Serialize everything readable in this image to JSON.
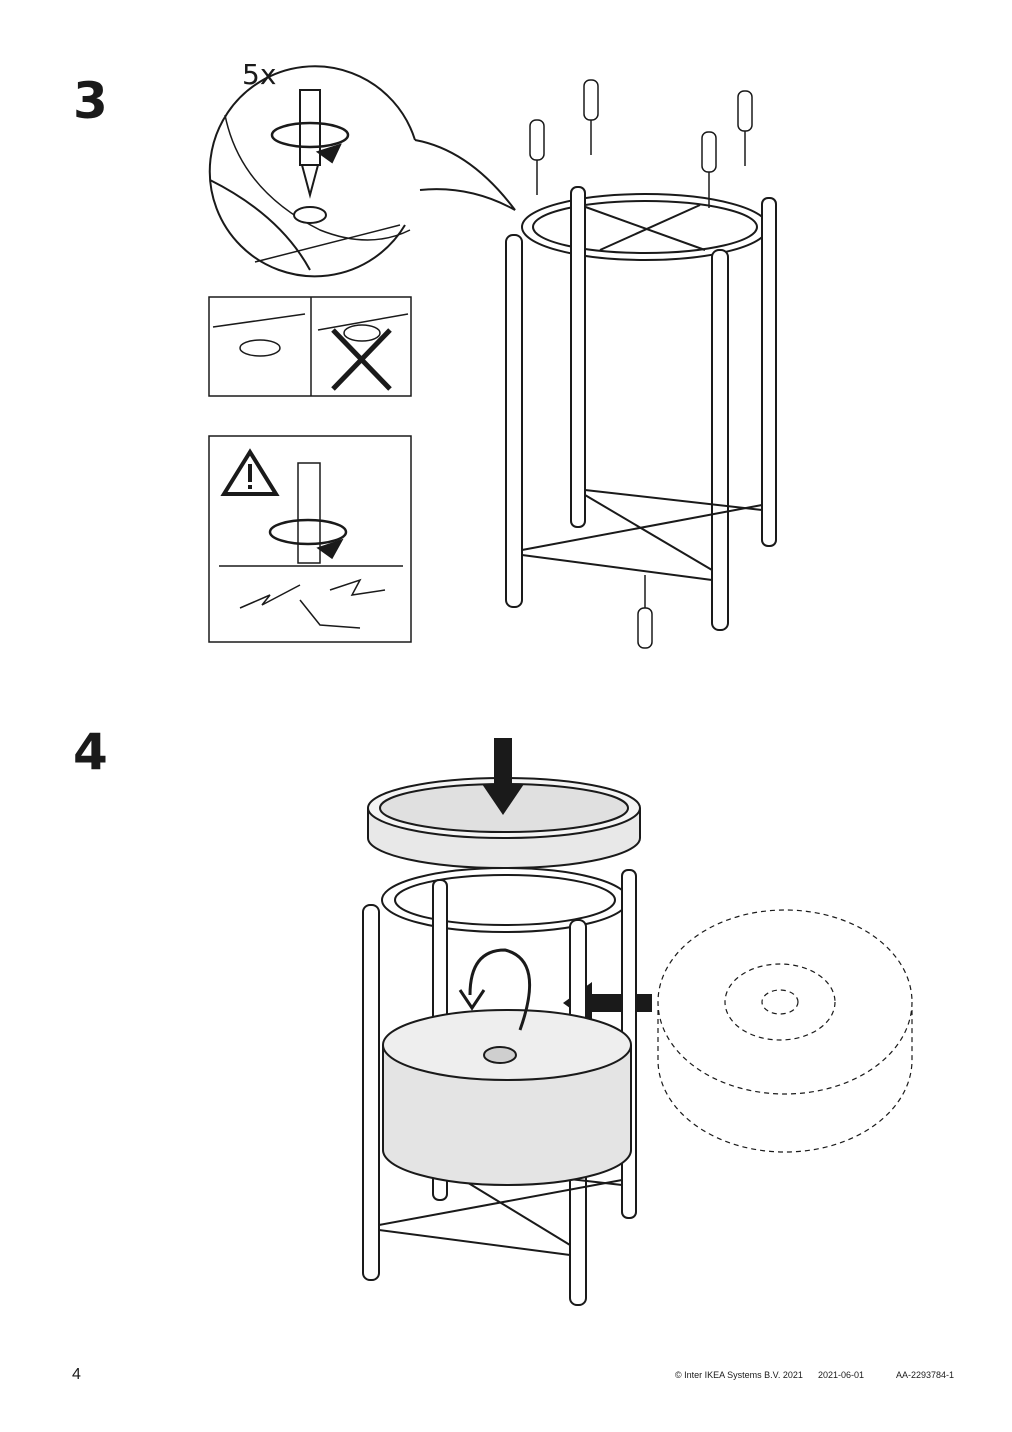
{
  "steps": [
    {
      "number": "3",
      "quantity": "5x"
    },
    {
      "number": "4"
    }
  ],
  "footer": {
    "page_number": "4",
    "copyright": "© Inter IKEA Systems B.V. 2021",
    "date": "2021-06-01",
    "document_id": "AA-2293784-1"
  },
  "icons": [
    "screwdriver-icon",
    "warning-icon",
    "wrong-cross-icon",
    "rotation-arrow-icon",
    "push-arrow-icon"
  ]
}
